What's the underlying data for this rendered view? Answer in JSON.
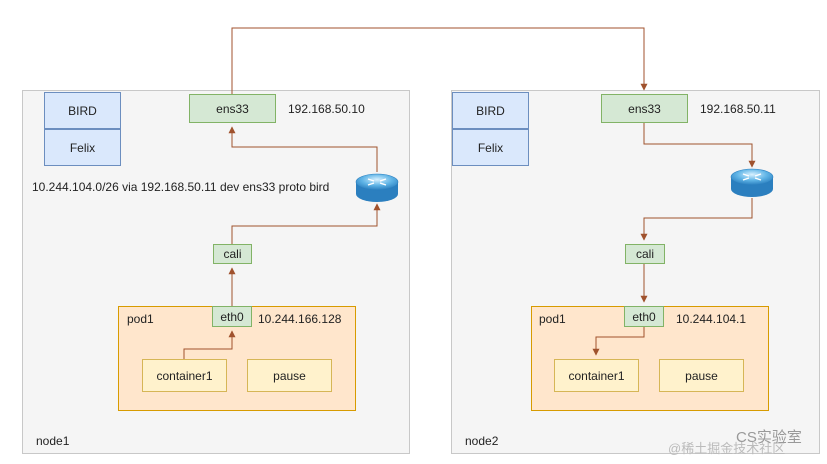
{
  "colors": {
    "node_bg": "#f5f5f5",
    "bird_fill": "#dae8fc",
    "iface_fill": "#d5e8d4",
    "pod_fill": "#ffe6cc",
    "container_fill": "#fff2cc",
    "arrow": "#a0522d"
  },
  "node1": {
    "label": "node1",
    "bird": "BIRD",
    "felix": "Felix",
    "ens33": "ens33",
    "ens33_ip": "192.168.50.10",
    "route": "10.244.104.0/26 via 192.168.50.11 dev ens33 proto bird",
    "router_icon": "router-icon",
    "cali": "cali",
    "pod_label": "pod1",
    "eth0": "eth0",
    "eth0_ip": "10.244.166.128",
    "container": "container1",
    "pause": "pause"
  },
  "node2": {
    "label": "node2",
    "bird": "BIRD",
    "felix": "Felix",
    "ens33": "ens33",
    "ens33_ip": "192.168.50.11",
    "router_icon": "router-icon",
    "cali": "cali",
    "pod_label": "pod1",
    "eth0": "eth0",
    "eth0_ip": "10.244.104.1",
    "container": "container1",
    "pause": "pause"
  },
  "watermark": "@稀土掘金技术社区",
  "watermark2": "CS实验室"
}
